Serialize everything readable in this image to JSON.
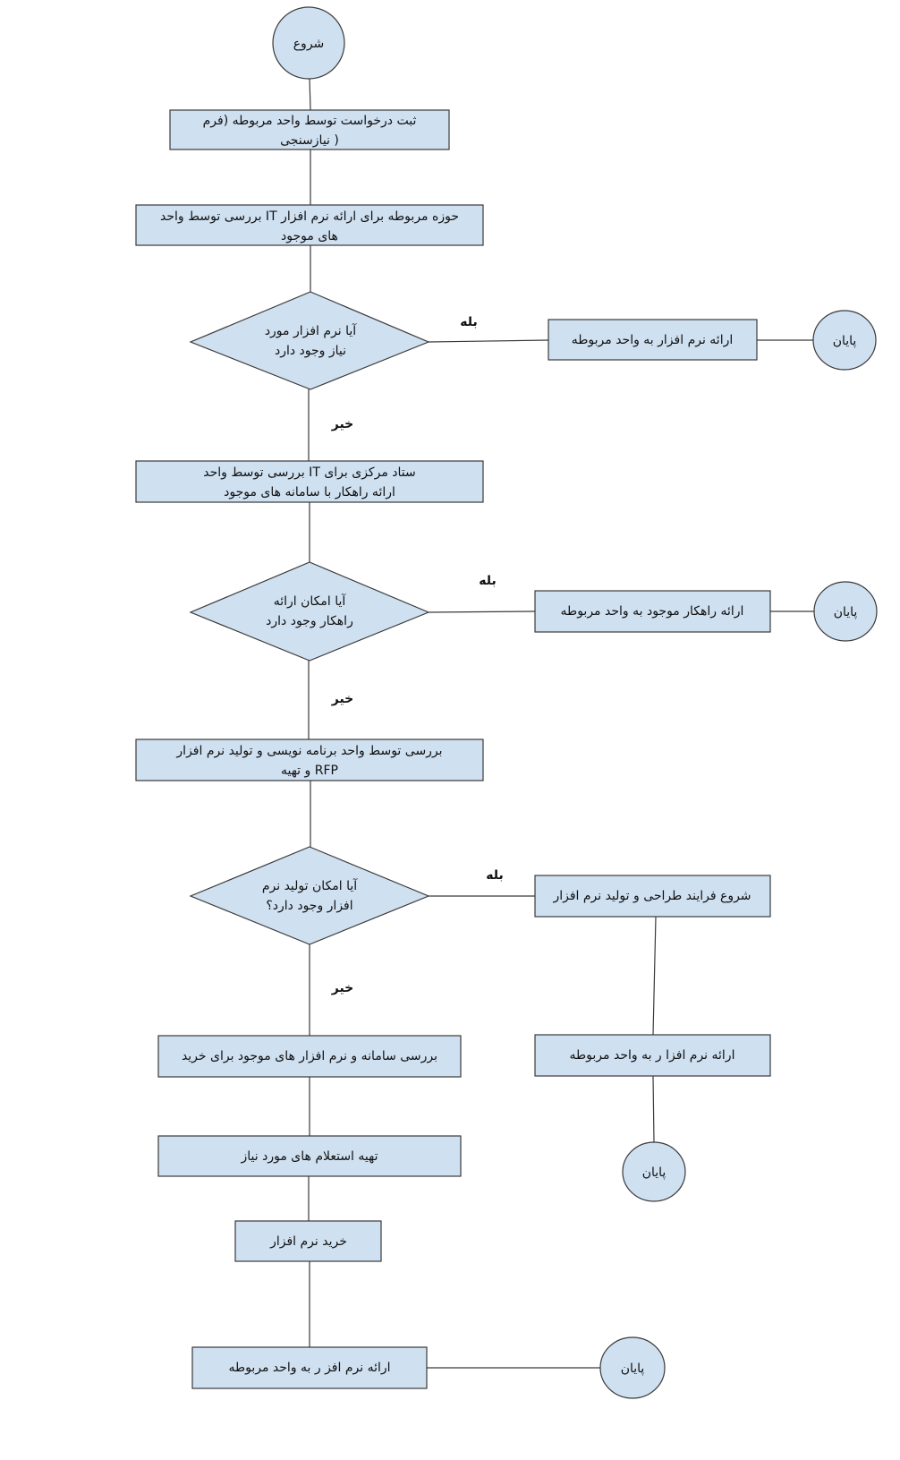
{
  "flowchart": {
    "start": "شروع",
    "n1": [
      "ثبت درخواست توسط واحد مربوطه (فرم",
      "نیازسنجی )"
    ],
    "n2": [
      "بررسی توسط واحد IT حوزه مربوطه برای ارائه نرم افزار",
      "های موجود"
    ],
    "d1": [
      "آیا نرم افزار مورد",
      "نیاز وجود دارد"
    ],
    "d1_yes_box": "ارائه نرم افزار به واحد مربوطه",
    "end1": "پایان",
    "n3": [
      "بررسی توسط واحد IT ستاد مرکزی برای",
      "ارائه راهکار  با سامانه های موجود"
    ],
    "d2": [
      "آیا امکان ارائه",
      "راهکار وجود دارد"
    ],
    "d2_yes_box": "ارائه راهکار موجود به واحد مربوطه",
    "end2": "پایان",
    "n4": [
      "بررسی توسط واحد برنامه نویسی و تولید نرم افزار",
      "و تهیه RFP"
    ],
    "d3": [
      "آیا امکان تولید نرم",
      "افزار وجود دارد؟"
    ],
    "d3_yes_box": "شروع فرایند طراحی و تولید نرم افزار",
    "d3_yes_box2": "ارائه نرم افزا ر به واحد مربوطه",
    "end3": "پایان",
    "n5": "بررسی سامانه و نرم افزار های موجود برای خرید",
    "n6": "تهیه استعلام های مورد نیاز",
    "n7": "خرید نرم افزار",
    "n8": "ارائه نرم افز ر به واحد مربوطه",
    "end4": "پایان",
    "yes1": "بله",
    "no1": "خیر",
    "yes2": "بله",
    "no2": "خیر",
    "yes3": "بله",
    "no3": "خیر"
  },
  "colors": {
    "fill": "#cfe0f1",
    "stroke": "#3a3a3a",
    "text": "#111111"
  }
}
